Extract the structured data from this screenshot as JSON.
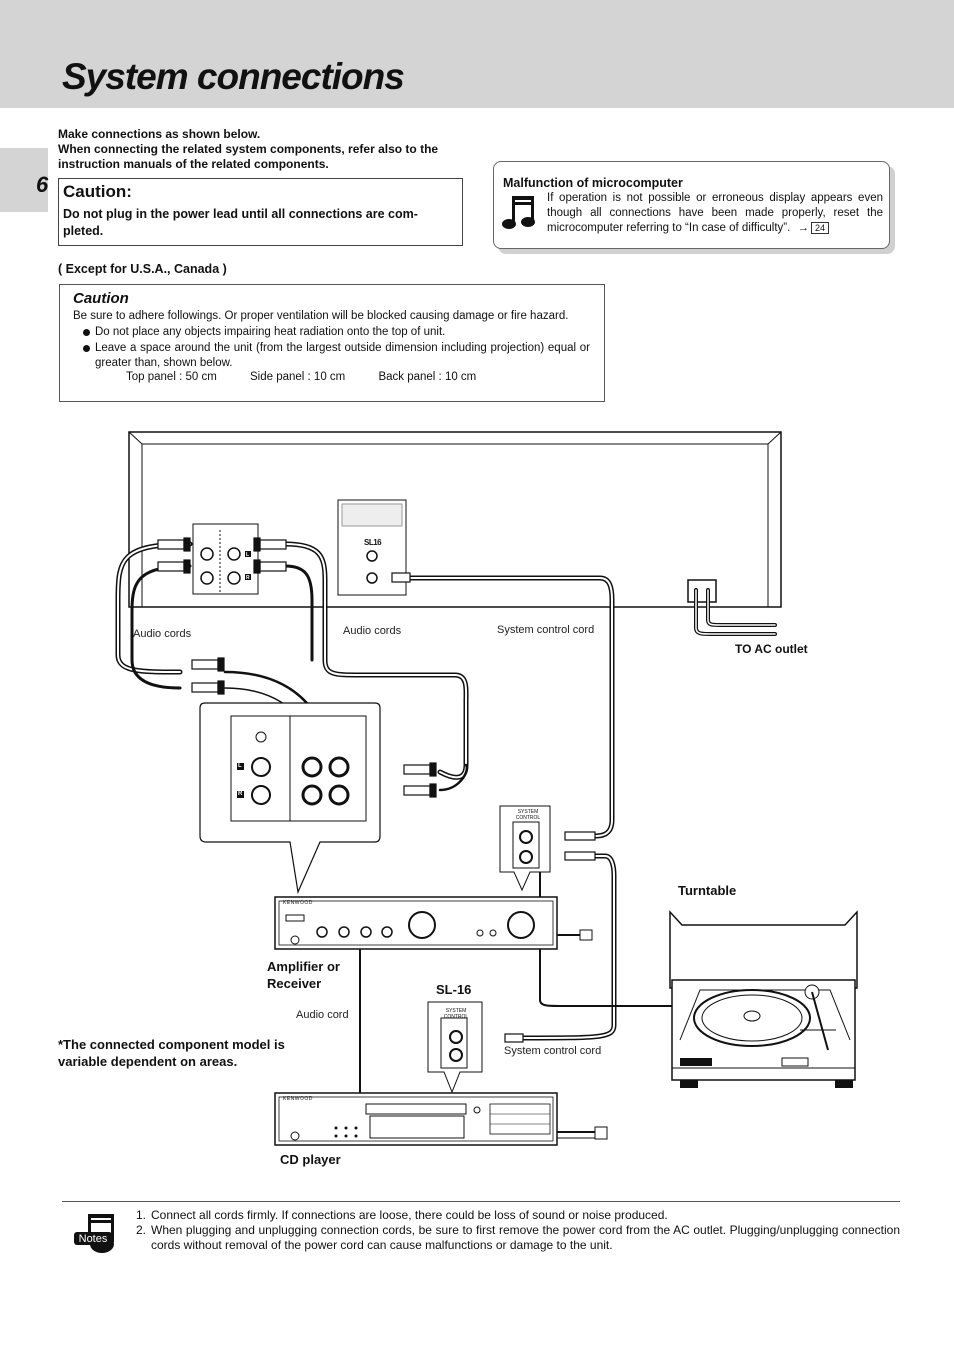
{
  "header": {
    "title": "System connections",
    "page_number": "6"
  },
  "intro": {
    "line1": "Make connections as shown below.",
    "line2": "When connecting the related system components, refer also to the",
    "line3": "instruction manuals of the related components."
  },
  "caution": {
    "title": "Caution:",
    "text": "Do not plug in the power lead until all connections are com- pleted."
  },
  "malfunction": {
    "title": "Malfunction of microcomputer",
    "text": "If operation is not possible or erroneous display appears even though all connections have been made properly, reset the microcomputer referring to “In case of difficulty”.",
    "ref_page": "24",
    "icon": "music-notes-icon"
  },
  "region_note": "( Except for U.S.A., Canada )",
  "ventilation_caution": {
    "title": "Caution",
    "lead": "Be sure to adhere followings. Or proper ventilation will be blocked causing damage or fire hazard.",
    "items": [
      "Do not place any objects impairing heat radiation onto the top of unit.",
      "Leave a space around the unit (from the largest outside dimension including projection) equal or greater than, shown below."
    ],
    "spaces": [
      "Top panel : 50 cm",
      "Side panel : 10 cm",
      "Back panel : 10 cm"
    ]
  },
  "diagram": {
    "audio_cords_left": "Audio cords",
    "audio_cords_mid": "Audio cords",
    "system_control_cord_top": "System control cord",
    "to_ac_outlet": "TO AC outlet",
    "turntable": "Turntable",
    "amplifier": "Amplifier or Receiver",
    "sl16": "SL-16",
    "audio_cord": "Audio cord",
    "system_control_cord_bottom": "System control cord",
    "cd_player": "CD player",
    "component_note": "*The connected component model is variable dependent on areas.",
    "sl_label": "SL16",
    "system_control_label": "SYSTEM CONTROL",
    "brand": "KENWOOD",
    "channel_l": "L",
    "channel_r": "R"
  },
  "notes": {
    "icon_label": "Notes",
    "items": [
      "Connect all cords firmly. If connections are loose, there could be loss of sound or noise produced.",
      "When plugging and unplugging connection cords, be sure to first remove the power cord from the AC outlet. Plugging/unplugging connection cords without removal of the power cord can cause malfunctions or damage to the unit."
    ]
  }
}
